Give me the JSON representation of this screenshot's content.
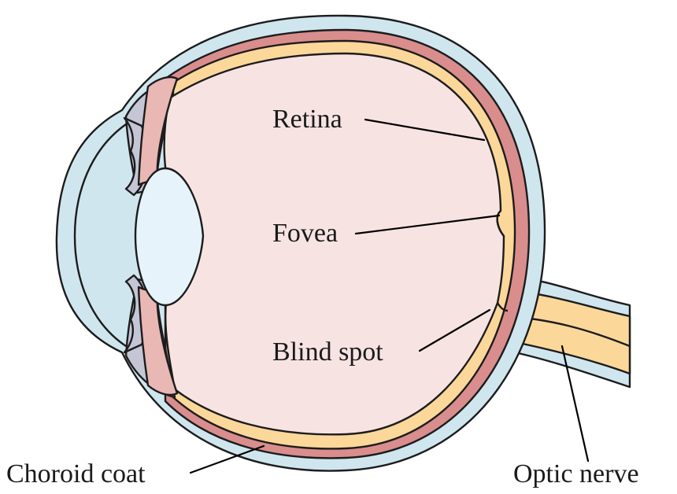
{
  "labels": {
    "retina": "Retina",
    "fovea": "Fovea",
    "blind_spot": "Blind spot",
    "choroid_coat": "Choroid coat",
    "optic_nerve": "Optic nerve"
  },
  "colors": {
    "sclera": "#cfe6ef",
    "choroid": "#d98d8d",
    "retina": "#fcd79a",
    "vitreous": "#f8e3e3",
    "lens": "#e6f3fa",
    "ciliary": "#c4c6d6",
    "iris": "#e9b7b4",
    "outline": "#1c1c1c"
  }
}
